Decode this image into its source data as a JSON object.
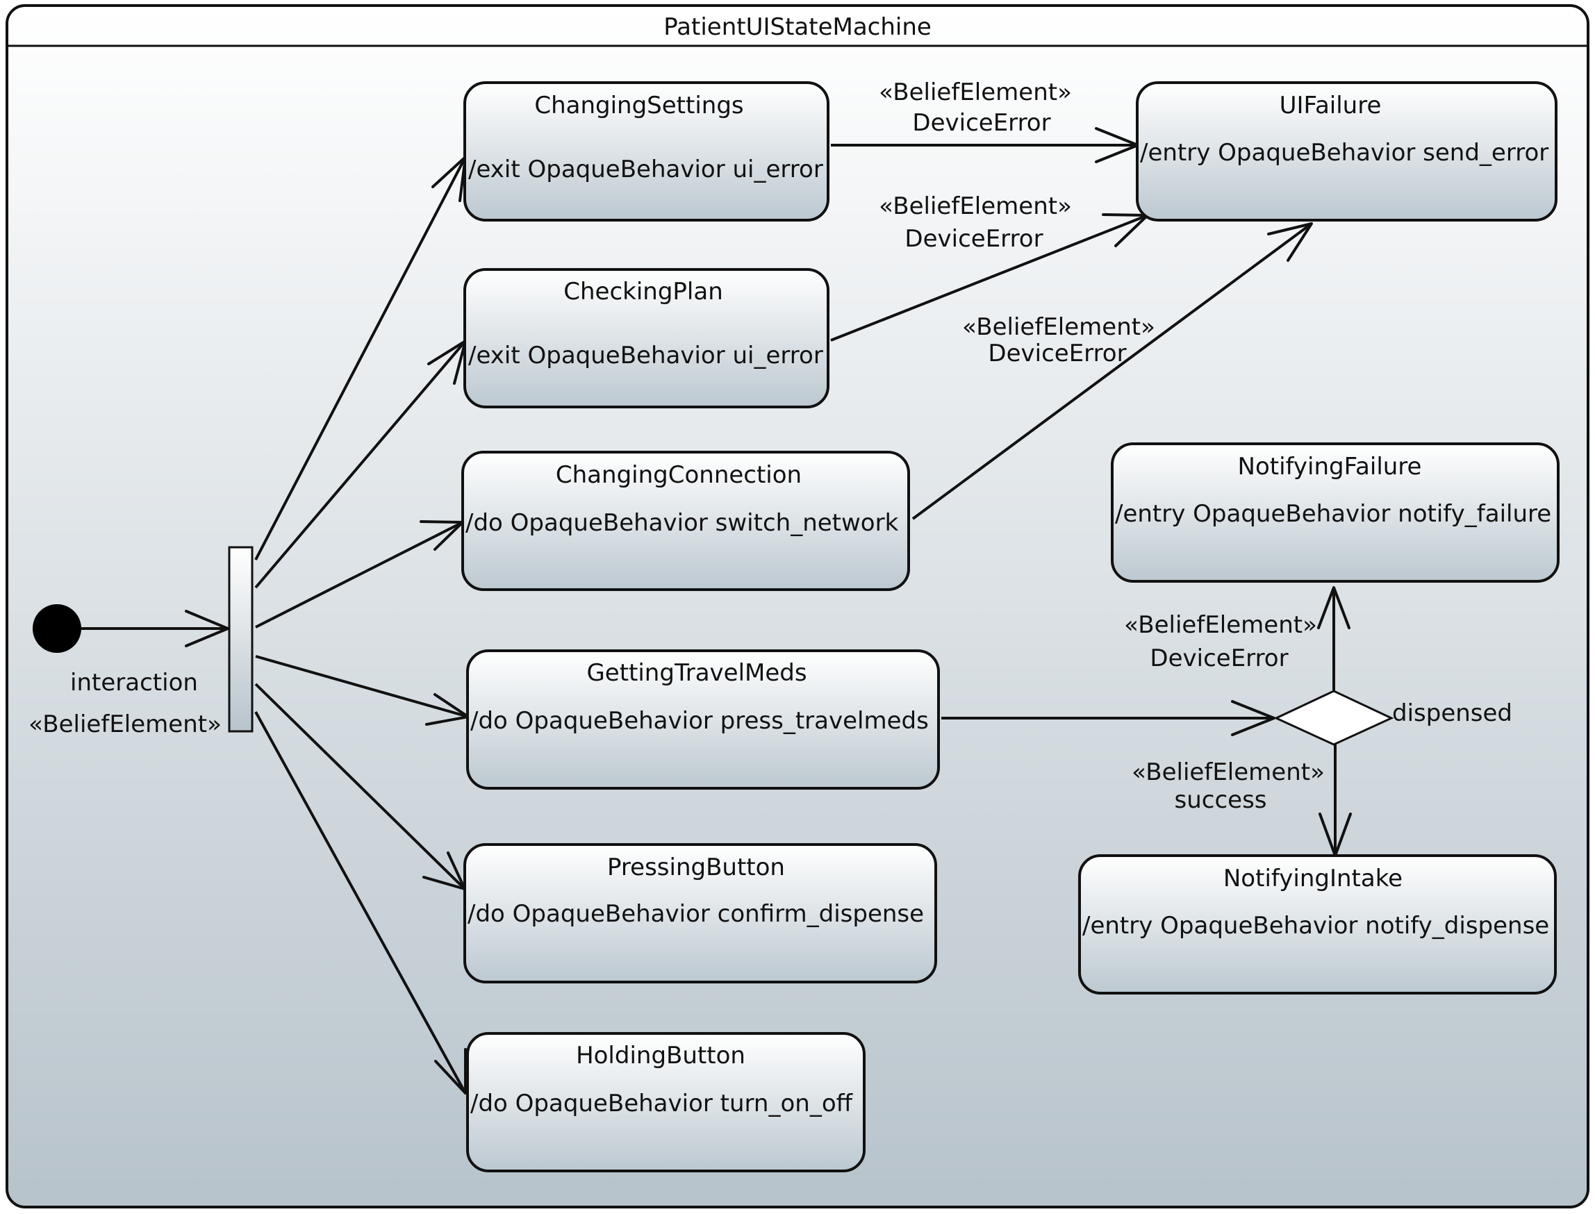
{
  "machine": {
    "title": "PatientUIStateMachine"
  },
  "initial": {
    "label": "interaction",
    "stereotype": "«BeliefElement»"
  },
  "states": {
    "changing_settings": {
      "name": "ChangingSettings",
      "behavior": "/exit OpaqueBehavior ui_error"
    },
    "checking_plan": {
      "name": "CheckingPlan",
      "behavior": "/exit OpaqueBehavior ui_error"
    },
    "changing_connection": {
      "name": "ChangingConnection",
      "behavior": "/do OpaqueBehavior switch_network"
    },
    "getting_travel_meds": {
      "name": "GettingTravelMeds",
      "behavior": "/do OpaqueBehavior press_travelmeds"
    },
    "pressing_button": {
      "name": "PressingButton",
      "behavior": "/do OpaqueBehavior confirm_dispense"
    },
    "holding_button": {
      "name": "HoldingButton",
      "behavior": "/do OpaqueBehavior turn_on_off"
    },
    "ui_failure": {
      "name": "UIFailure",
      "behavior": "/entry OpaqueBehavior send_error"
    },
    "notifying_failure": {
      "name": "NotifyingFailure",
      "behavior": "/entry OpaqueBehavior notify_failure"
    },
    "notifying_intake": {
      "name": "NotifyingIntake",
      "behavior": "/entry OpaqueBehavior notify_dispense"
    }
  },
  "transitions": {
    "settings_to_failure": {
      "stereotype": "«BeliefElement»",
      "trigger": "DeviceError"
    },
    "plan_to_failure": {
      "stereotype": "«BeliefElement»",
      "trigger": "DeviceError"
    },
    "connection_to_failure": {
      "stereotype": "«BeliefElement»",
      "trigger": "DeviceError"
    },
    "choice_to_notify_failure": {
      "stereotype": "«BeliefElement»",
      "trigger": "DeviceError"
    },
    "choice_to_notify_intake": {
      "stereotype": "«BeliefElement»",
      "trigger": "success"
    }
  },
  "choice": {
    "label": "dispensed"
  }
}
